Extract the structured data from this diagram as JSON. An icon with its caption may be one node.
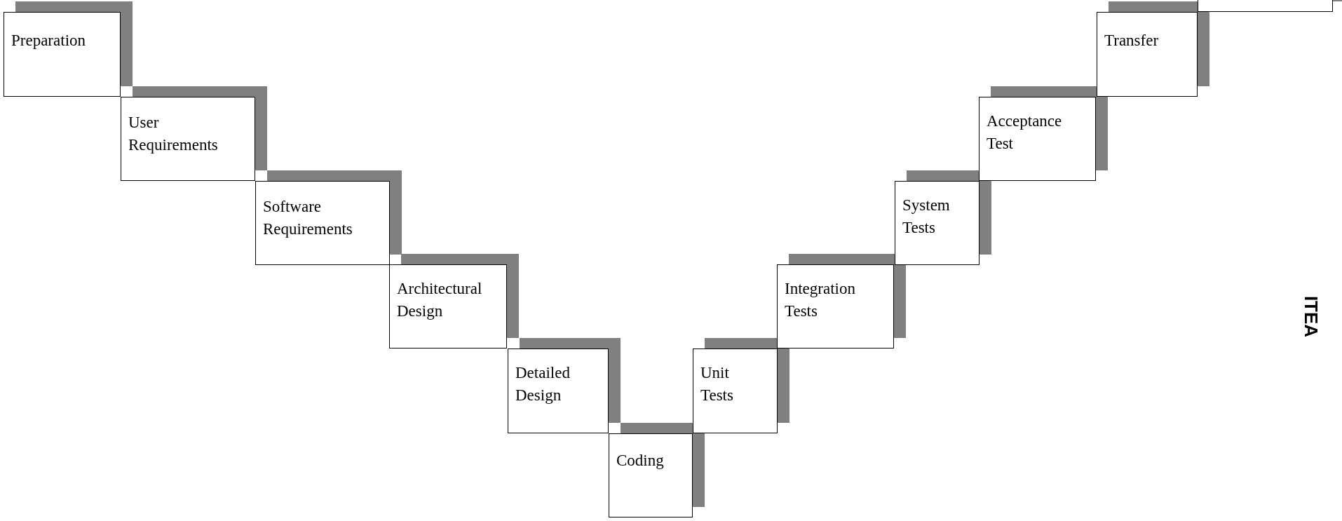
{
  "diagram": {
    "nodes": [
      {
        "text": [
          "Preparation"
        ]
      },
      {
        "text": [
          "User Requirements"
        ]
      },
      {
        "text": [
          "Software Requirements"
        ]
      },
      {
        "text": [
          "Architectural Design"
        ]
      },
      {
        "text": [
          "Detailed Design"
        ]
      },
      {
        "text": [
          "Coding"
        ]
      },
      {
        "text": [
          "Unit Tests"
        ]
      },
      {
        "text": [
          "Integration Tests"
        ]
      },
      {
        "text": [
          "System Tests"
        ]
      },
      {
        "text": [
          "Acceptance Test"
        ]
      },
      {
        "text": [
          "Transfer"
        ]
      },
      {
        "text": [],
        "shape": "box"
      }
    ],
    "edges": [],
    "labels": [
      "ITEA"
    ]
  }
}
